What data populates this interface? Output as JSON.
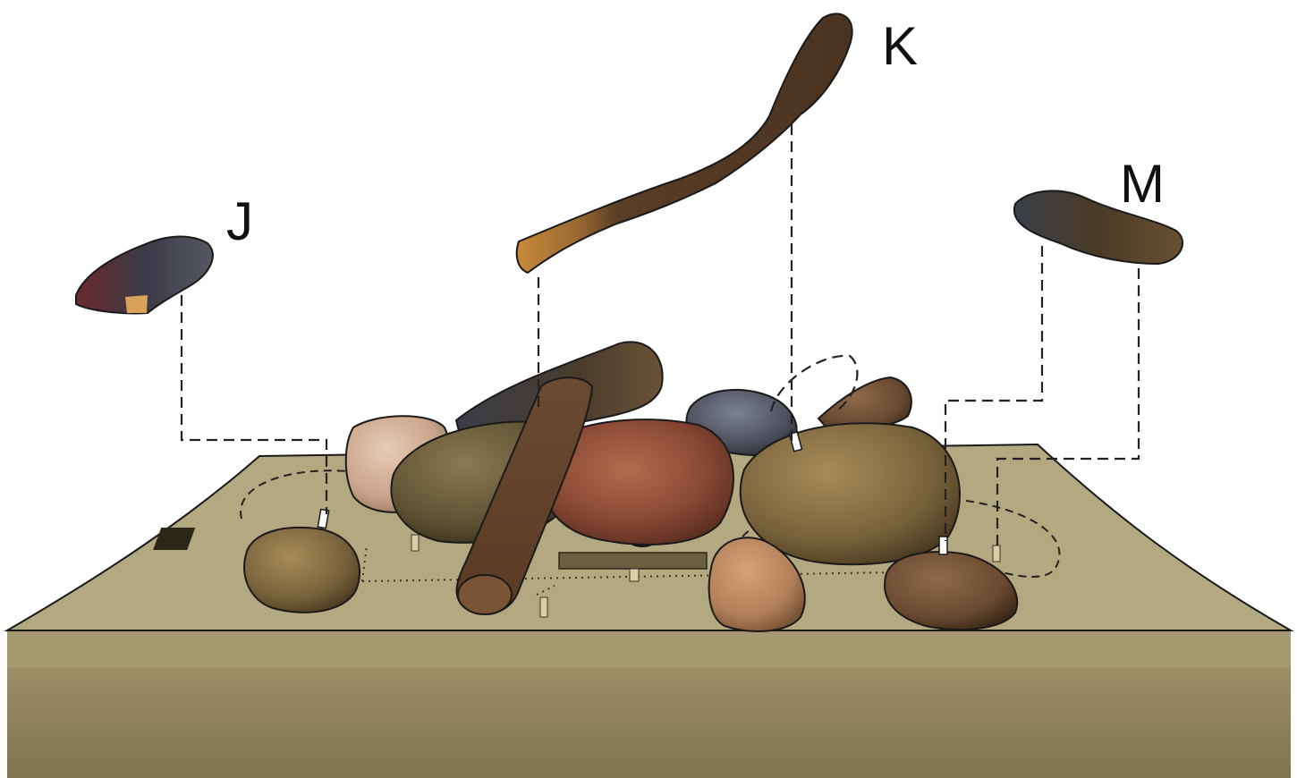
{
  "labels": {
    "j": "J",
    "k": "K",
    "m": "M"
  },
  "colors": {
    "platform_top": "#b3a981",
    "platform_front": "#9c8f66",
    "platform_front_dark": "#7f7350",
    "outline": "#1a1a1a",
    "dash": "#222222",
    "background": "#ffffff"
  },
  "objects": {
    "floating": [
      "burnt-fragment-j",
      "burnt-stick-k",
      "burnt-log-m"
    ],
    "cluster": [
      "cobble",
      "charred-log",
      "burnt-stick",
      "red-stone",
      "grey-stone",
      "dark-stone",
      "small-fragment"
    ]
  }
}
